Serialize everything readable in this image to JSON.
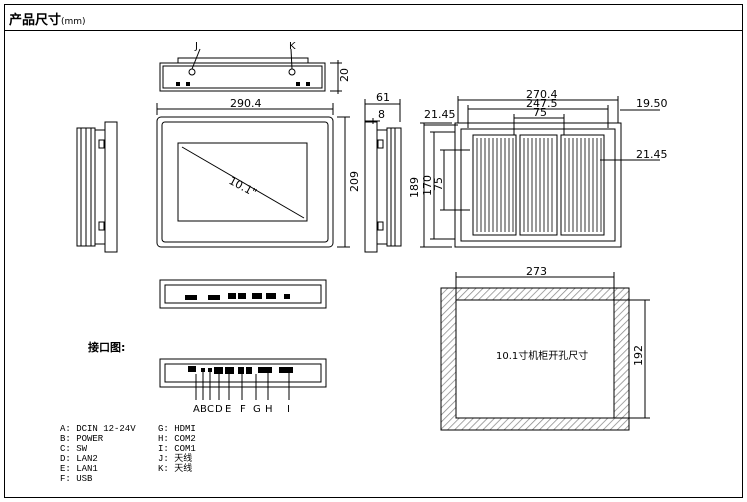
{
  "header": {
    "title": "产品尺寸",
    "unit": "(mm)"
  },
  "dims": {
    "front_width": "290.4",
    "front_height": "209",
    "diagonal": "10.1\"",
    "top_depth": "20",
    "side_depth": "61",
    "side_bezel": "8",
    "back_width": "270.4",
    "back_mount_h": "247.5",
    "back_center": "75",
    "back_left_off": "21.45",
    "back_right_off": "19.50",
    "back_right_v": "21.45",
    "back_h1": "189",
    "back_h2": "170",
    "back_h3": "75",
    "cutout_w": "273",
    "cutout_h": "192"
  },
  "top_labels": {
    "j": "J",
    "k": "K"
  },
  "port_title": "接口图:",
  "cutout_label": "10.1寸机柜开孔尺寸",
  "port_letters": [
    "A",
    "B",
    "C",
    "D",
    "E",
    "F",
    "G",
    "H",
    "I"
  ],
  "legend_left": [
    "A: DCIN 12-24V",
    "B: POWER",
    "C: SW",
    "D: LAN2",
    "E: LAN1",
    "F: USB"
  ],
  "legend_right": [
    "G: HDMI",
    "H: COM2",
    "I: COM1",
    "J: 天线",
    "K: 天线"
  ]
}
